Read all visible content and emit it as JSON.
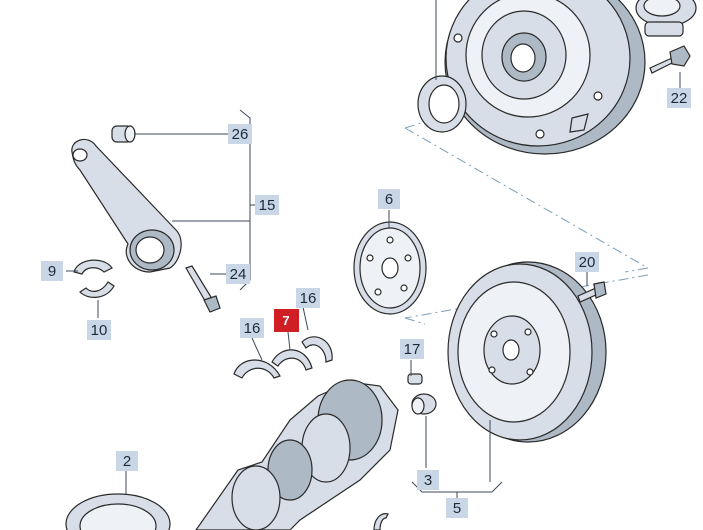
{
  "callouts": {
    "c2": "2",
    "c3": "3",
    "c5": "5",
    "c6": "6",
    "c7": "7",
    "c9": "9",
    "c10": "10",
    "c15": "15",
    "c16a": "16",
    "c16b": "16",
    "c17": "17",
    "c20": "20",
    "c22": "22",
    "c24": "24",
    "c26": "26"
  },
  "colors": {
    "callout_background": "#c9d6e6",
    "highlight_callout": "#cf1f25",
    "linework": "#2a2a2a",
    "metal_fill": "#d7dee7",
    "dash_line": "#7c9fb8"
  }
}
